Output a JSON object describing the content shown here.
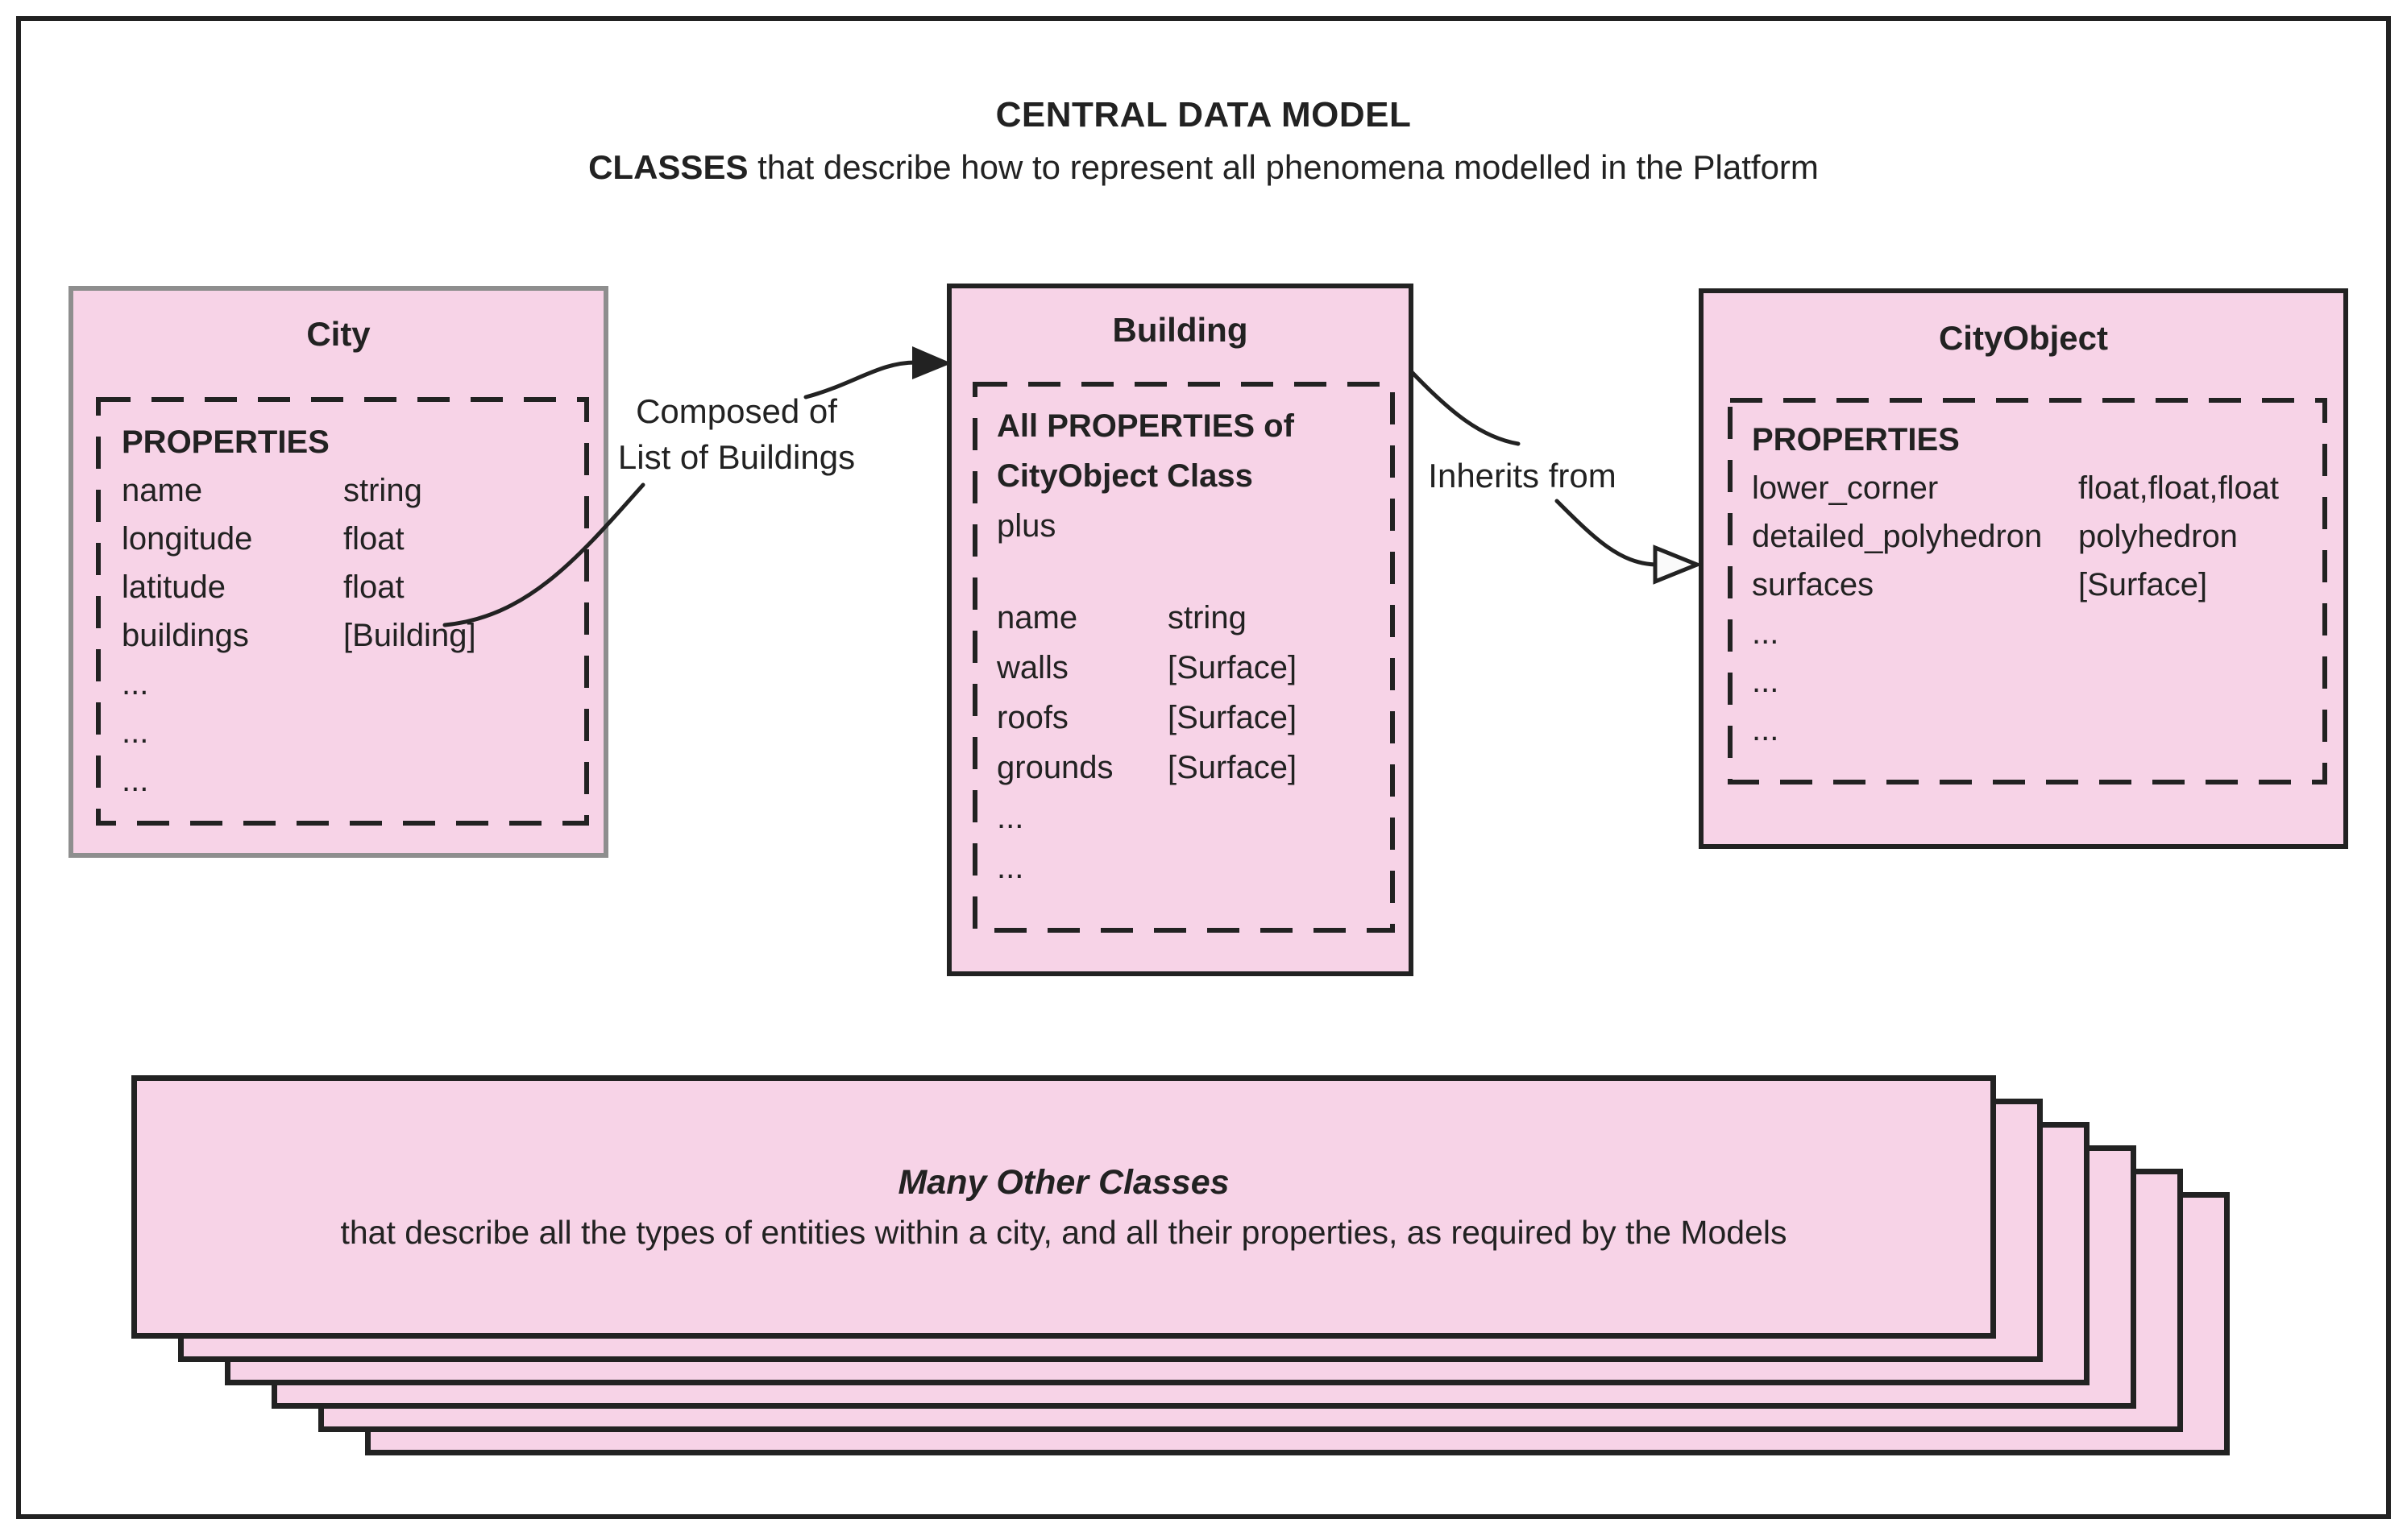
{
  "header": {
    "title": "CENTRAL DATA MODEL",
    "subtitle_emphasis": "CLASSES",
    "subtitle_rest": " that describe how to represent all phenomena modelled in the Platform"
  },
  "city_class": {
    "title": "City",
    "section_header": "PROPERTIES",
    "properties": [
      {
        "name": "name",
        "type": "string"
      },
      {
        "name": "longitude",
        "type": "float"
      },
      {
        "name": "latitude",
        "type": "float"
      },
      {
        "name": "buildings",
        "type": "[Building]"
      },
      {
        "name": "...",
        "type": ""
      },
      {
        "name": "...",
        "type": ""
      },
      {
        "name": "...",
        "type": ""
      }
    ]
  },
  "building_class": {
    "title": "Building",
    "section_header_line1": "All PROPERTIES of",
    "section_header_line2": "CityObject Class",
    "section_suffix": "plus",
    "properties": [
      {
        "name": "name",
        "type": "string"
      },
      {
        "name": "walls",
        "type": "[Surface]"
      },
      {
        "name": "roofs",
        "type": "[Surface]"
      },
      {
        "name": "grounds",
        "type": "[Surface]"
      },
      {
        "name": "...",
        "type": ""
      },
      {
        "name": "...",
        "type": ""
      }
    ]
  },
  "cityobject_class": {
    "title": "CityObject",
    "section_header": "PROPERTIES",
    "properties": [
      {
        "name": "lower_corner",
        "type": "float,float,float"
      },
      {
        "name": "detailed_polyhedron",
        "type": "polyhedron"
      },
      {
        "name": "surfaces",
        "type": "[Surface]"
      },
      {
        "name": "...",
        "type": ""
      },
      {
        "name": "...",
        "type": ""
      },
      {
        "name": "...",
        "type": ""
      }
    ]
  },
  "relations": {
    "composed_of_line1": "Composed of",
    "composed_of_line2": "List of Buildings",
    "inherits_from": "Inherits from"
  },
  "other_classes": {
    "title": "Many Other Classes",
    "description": "that describe all the types of entities within a city, and all their properties, as required by the Models"
  },
  "colors": {
    "class_fill": "#f7d3e7",
    "outline": "#222222",
    "city_outline": "#8e8e8e",
    "background": "#ffffff"
  }
}
